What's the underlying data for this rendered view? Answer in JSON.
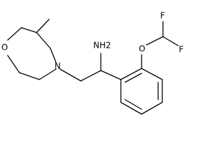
{
  "molecule": {
    "atoms": {
      "ring_oxygen": "O",
      "ring_nitrogen": "N",
      "amine": "NH2",
      "ether_oxygen": "O",
      "fluorine_upper": "F",
      "fluorine_lower": "F"
    }
  },
  "colors": {
    "background": "#ffffff",
    "ink": "#000000"
  }
}
